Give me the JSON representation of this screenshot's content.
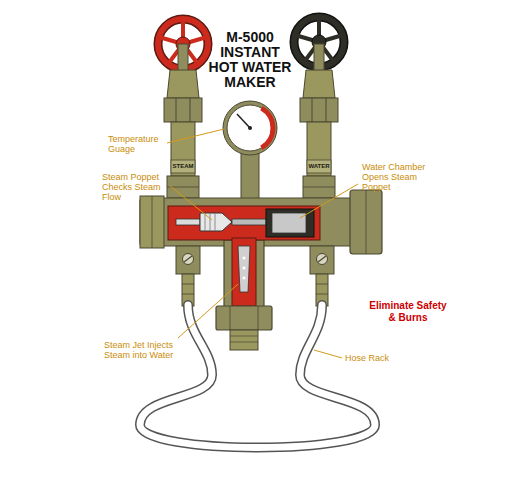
{
  "diagram": {
    "title": "M-5000 INSTANT HOT WATER MAKER",
    "labels": [
      "Temperature Guage",
      "STEAM",
      "WATER",
      "Steam Poppet Checks Steam Flow",
      "Water Chamber Opens Steam Poppet",
      "Eliminate Safety & Burns",
      "Steam Jet Injects Steam into Water",
      "Hose Rack"
    ]
  }
}
